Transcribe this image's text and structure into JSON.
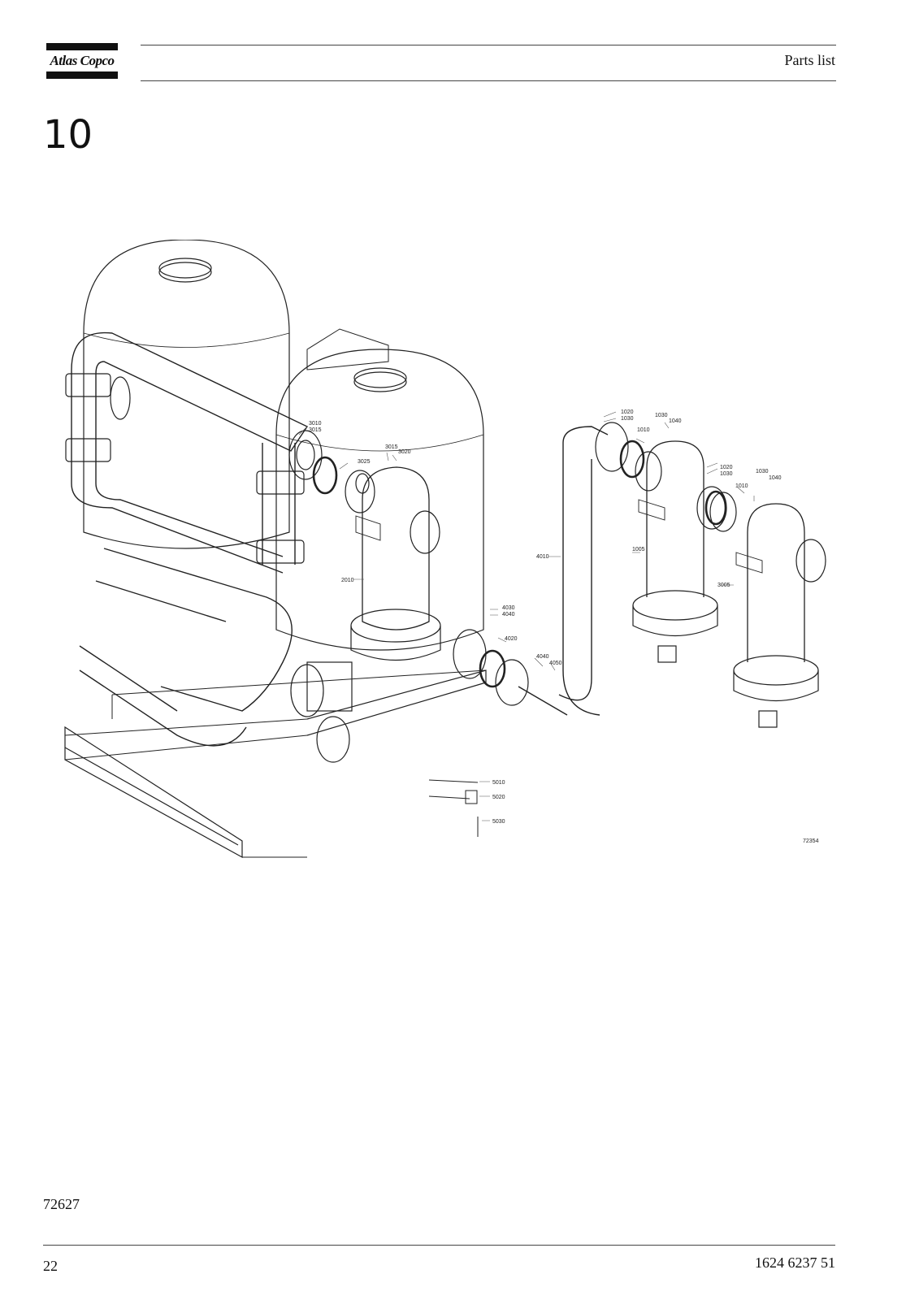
{
  "header": {
    "logo_text": "Atlas Copco",
    "section": "Parts list"
  },
  "chapter_number": "10",
  "figure": {
    "image_code": "72354",
    "callouts": [
      "1020",
      "1030",
      "1030",
      "1040",
      "1010",
      "1005",
      "1020",
      "1030",
      "1030",
      "1040",
      "1010",
      "3005",
      "3010",
      "3015",
      "3025",
      "3015",
      "3020",
      "2010",
      "4030",
      "4040",
      "4020",
      "4040",
      "4050",
      "4010",
      "5010",
      "5020",
      "5030"
    ]
  },
  "footer": {
    "figure_code": "72627",
    "page_number": "22",
    "document_number": "1624 6237 51"
  }
}
